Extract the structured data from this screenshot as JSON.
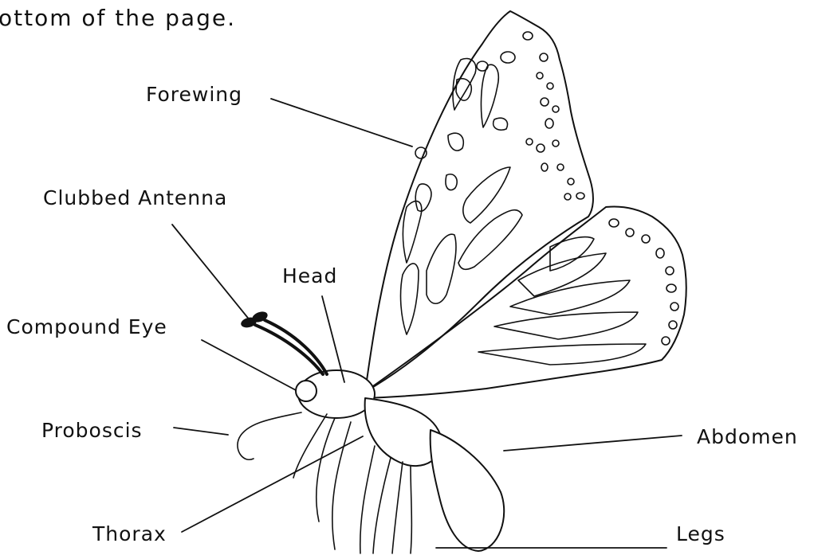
{
  "header_text": "ottom of the page.",
  "labels": {
    "forewing": "Forewing",
    "clubbed_antenna": "Clubbed Antenna",
    "head": "Head",
    "compound_eye": "Compound Eye",
    "proboscis": "Proboscis",
    "thorax": "Thorax",
    "abdomen": "Abdomen",
    "legs": "Legs"
  }
}
